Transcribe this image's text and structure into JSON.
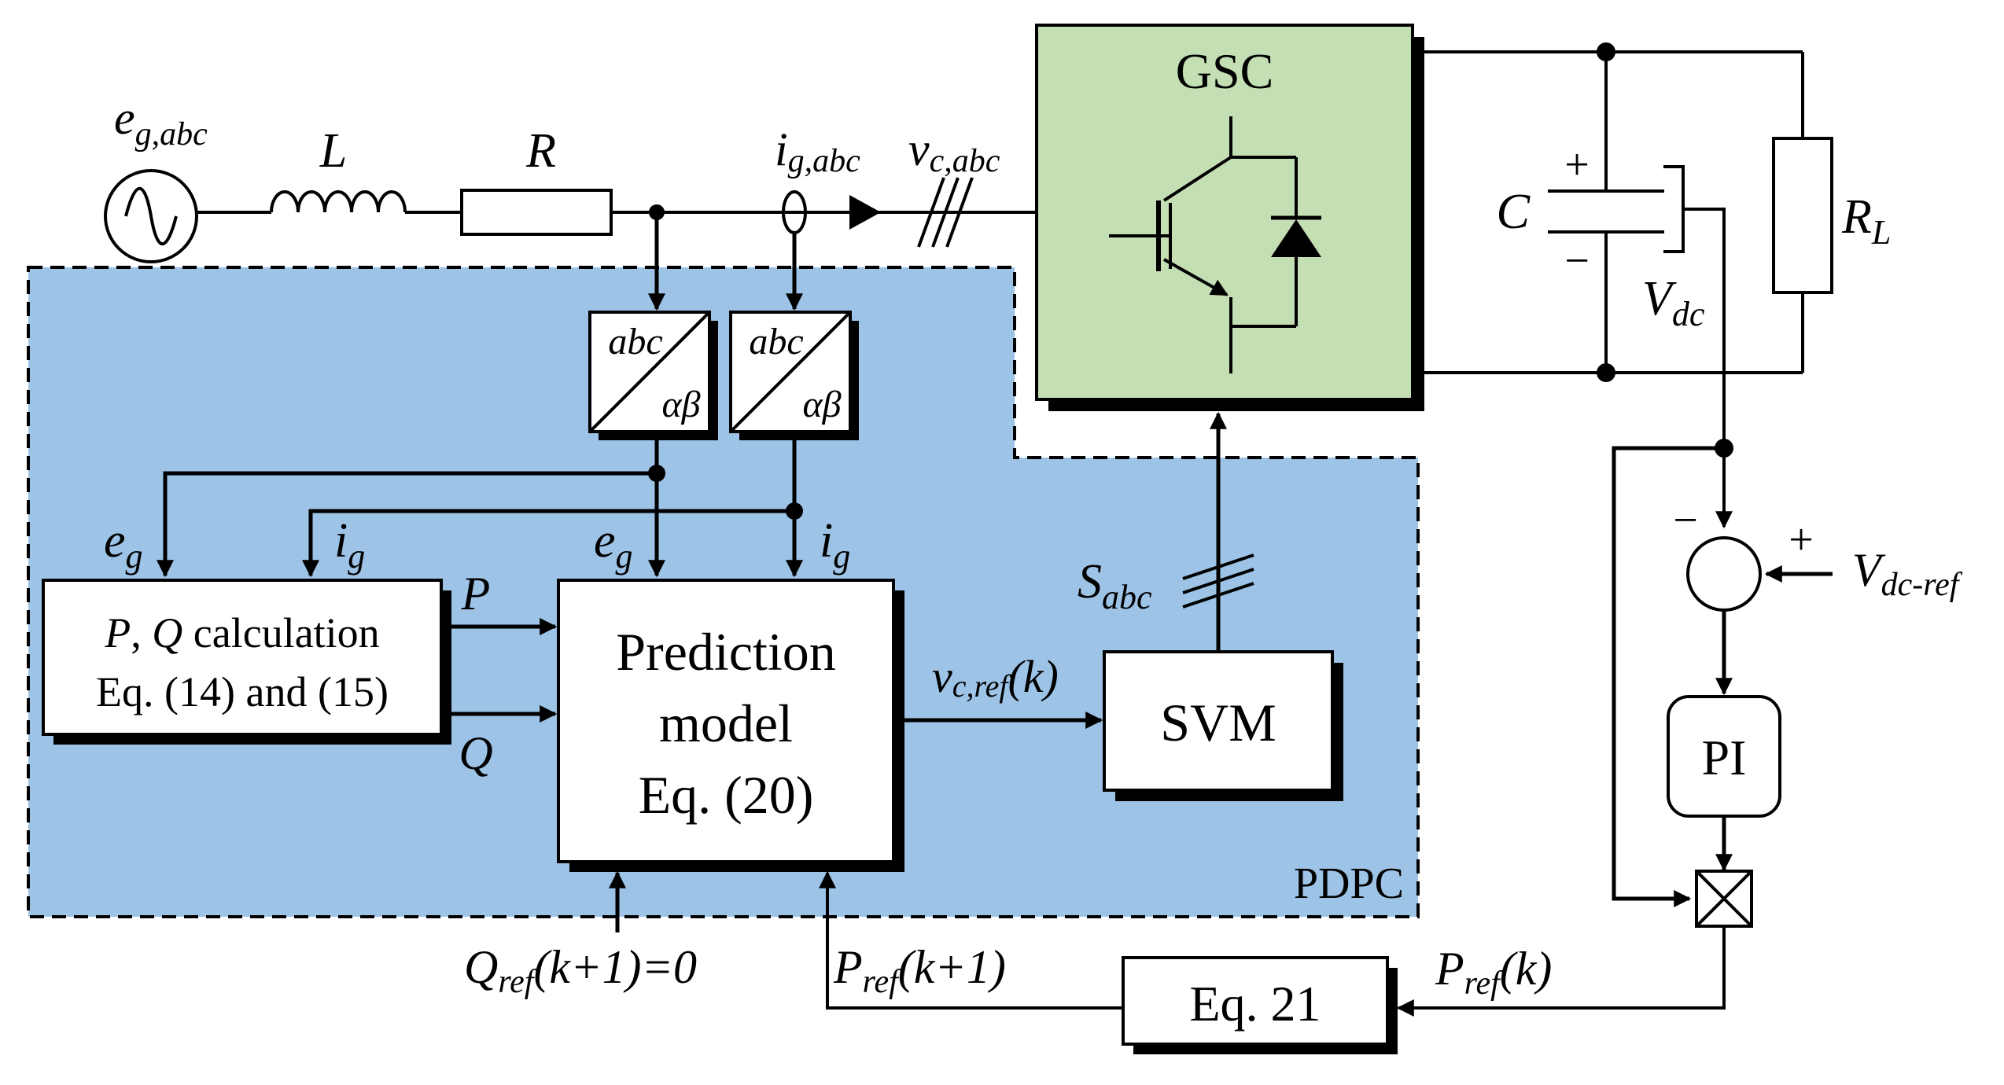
{
  "source": {
    "label": "e",
    "sub": "g,abc"
  },
  "inductor": {
    "label": "L"
  },
  "resistor": {
    "label": "R"
  },
  "current_label": {
    "main": "i",
    "sub": "g,abc"
  },
  "voltage_label": {
    "main": "v",
    "sub": "c,abc"
  },
  "gsc": {
    "label": "GSC",
    "color": "#c4dfb3"
  },
  "capacitor": {
    "label": "C",
    "plus": "+",
    "minus": "−"
  },
  "vdc": {
    "main": "V",
    "sub": "dc"
  },
  "load": {
    "main": "R",
    "sub": "L"
  },
  "pdpc": {
    "label": "PDPC",
    "color": "#9dc3e6"
  },
  "transform_1": {
    "top": "abc",
    "bottom": "αβ"
  },
  "transform_2": {
    "top": "abc",
    "bottom": "αβ"
  },
  "pq_signals": {
    "eg_main": "e",
    "eg_sub": "g",
    "ig_main": "i",
    "ig_sub": "g"
  },
  "pred_signals": {
    "eg_main": "e",
    "eg_sub": "g",
    "ig_main": "i",
    "ig_sub": "g"
  },
  "pq_block": {
    "line1_p": "P",
    "line1_sep": ", ",
    "line1_q": "Q",
    "line1_rest": " calculation",
    "line2": "Eq. (14) and (15)"
  },
  "p_signal": "P",
  "q_signal": "Q",
  "prediction_block": {
    "line1": "Prediction",
    "line2": "model",
    "line3": "Eq. (20)"
  },
  "vref_label": {
    "main": "v",
    "sub": "c,ref",
    "arg": "(k)"
  },
  "svm_block": {
    "label": "SVM"
  },
  "sabc_label": {
    "main": "S",
    "sub": "abc"
  },
  "summing": {
    "minus": "−",
    "plus": "+"
  },
  "vdc_ref": {
    "main": "V",
    "sub": "dc-ref"
  },
  "pi_block": {
    "label": "PI"
  },
  "eq21_block": {
    "label": "Eq. 21"
  },
  "pref_k": {
    "main": "P",
    "sub": "ref",
    "arg": "(k)"
  },
  "pref_k1": {
    "main": "P",
    "sub": "ref",
    "arg": "(k+1)"
  },
  "qref_k1": {
    "main": "Q",
    "sub": "ref",
    "arg": "(k+1)=0"
  }
}
